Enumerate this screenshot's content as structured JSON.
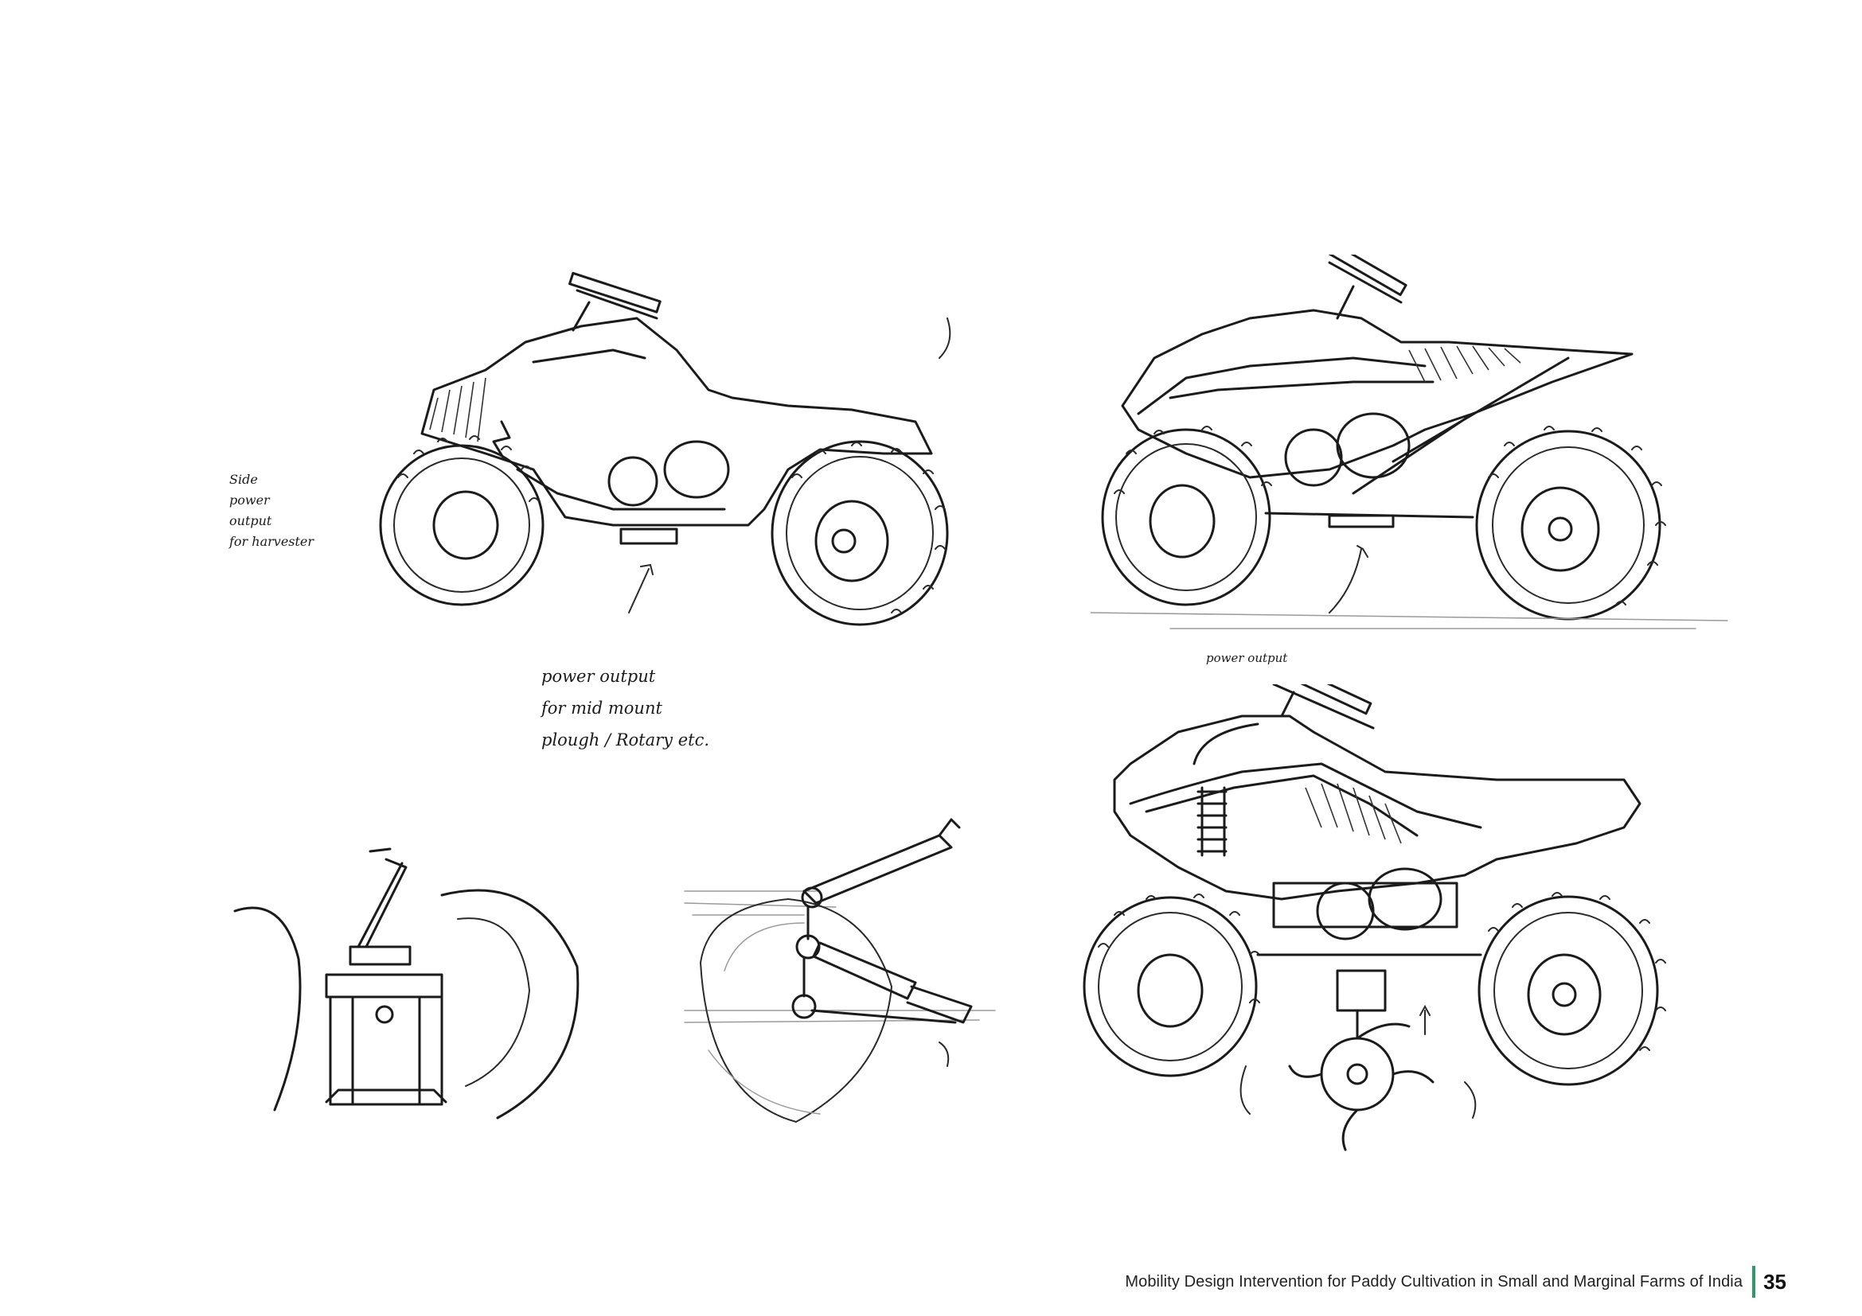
{
  "annotations": {
    "side_pto": "Side\npower\noutput\nfor harvester",
    "mid_pto": "power output\nfor mid mount\nplough / Rotary etc.",
    "power_output": "power output"
  },
  "footer": {
    "title": "Mobility Design Intervention for Paddy Cultivation in Small and Marginal Farms of India",
    "page_number": "35",
    "accent_color": "#2f9a6c"
  }
}
